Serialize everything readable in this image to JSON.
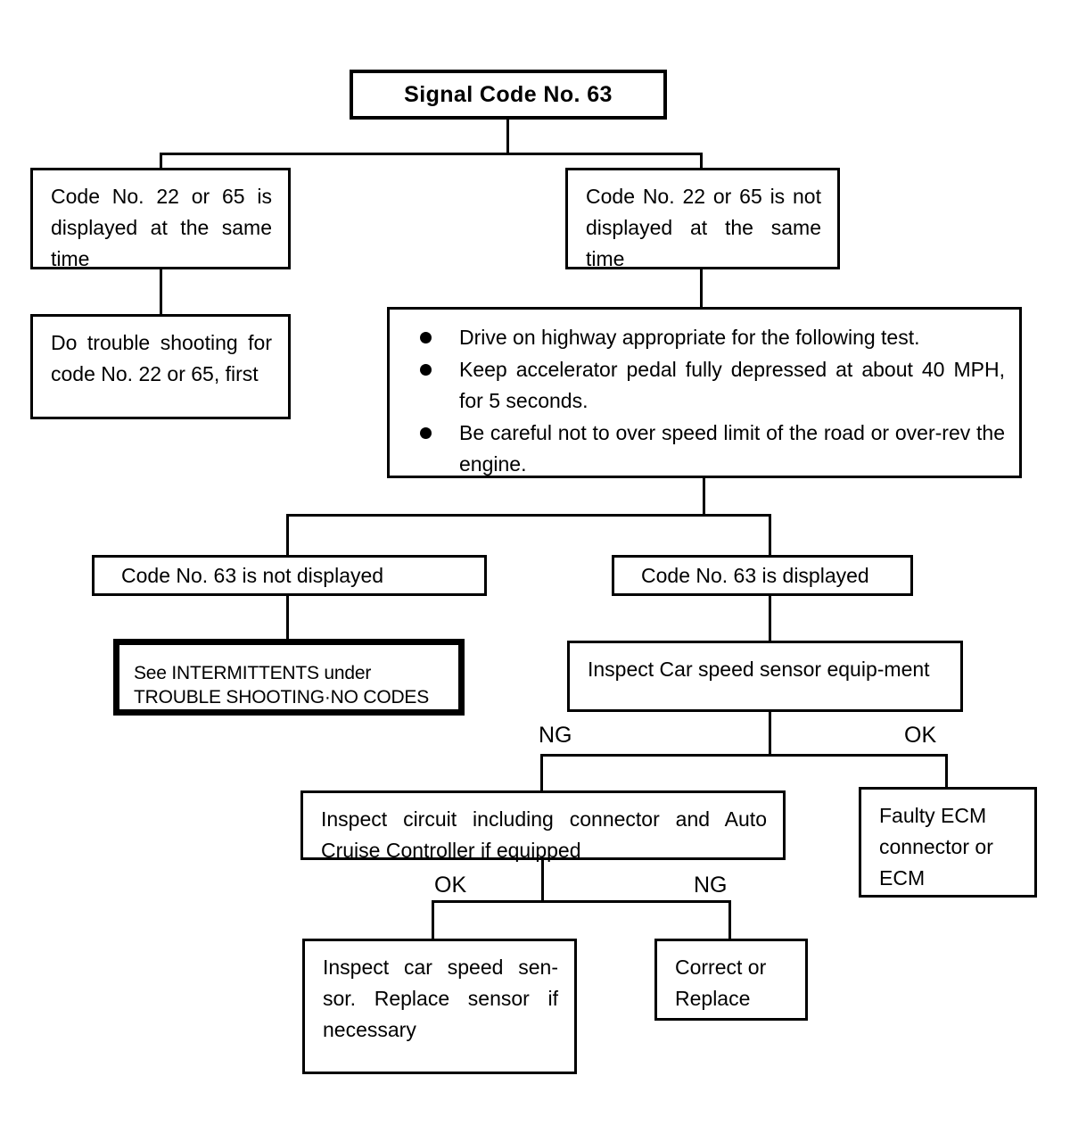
{
  "title": {
    "label": "Signal Code No. 63"
  },
  "nodes": {
    "displayed": "Code No. 22 or 65 is displayed at the same time",
    "not_displayed": "Code No. 22 or 65 is not displayed at the same time",
    "do_trouble_shooting": "Do trouble shooting for code No. 22 or 65, first",
    "code63_not_displayed": "Code No. 63 is not displayed",
    "code63_displayed": "Code No. 63 is displayed",
    "intermittents": "See INTERMITTENTS under\nTROUBLE SHOOTING·NO CODES",
    "inspect_equipment": "Inspect Car speed sensor equip-ment",
    "inspect_circuit": "Inspect circuit including connector and Auto Cruise Controller if equipped",
    "faulty_ecm": "Faulty ECM connector or ECM",
    "inspect_sensor": "Inspect car speed sen-sor. Replace sensor if necessary",
    "correct_or_replace": "Correct or Replace"
  },
  "instructions": {
    "bullets": [
      "Drive on highway appropriate for the following test.",
      "Keep accelerator pedal fully depressed at about 40 MPH, for 5 seconds.",
      "Be careful not to over speed limit of the road or over-rev the engine."
    ]
  },
  "branch_labels": {
    "equipment_ng": "NG",
    "equipment_ok": "OK",
    "circuit_ok": "OK",
    "circuit_ng": "NG"
  },
  "colors": {
    "ink": "#000000",
    "paper": "#ffffff"
  }
}
